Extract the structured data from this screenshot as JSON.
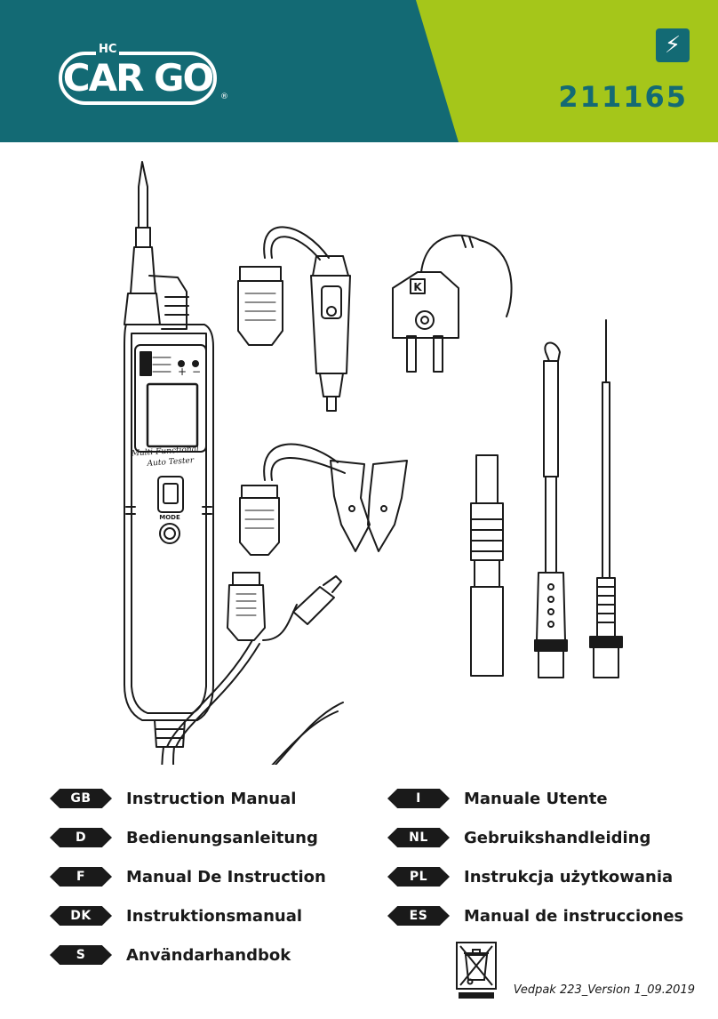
{
  "header": {
    "brand_logo": "HC CARGO",
    "brand_prefix": "HC",
    "brand_name": "CAR GO",
    "registered_mark": "®",
    "product_code": "211165",
    "category_icon": "lightning-bolt-icon",
    "colors": {
      "teal": "#136a74",
      "lime": "#a5c61a"
    }
  },
  "illustration": {
    "device_mode_label": "MODE",
    "device_brand_line1": "Multi-Functional",
    "device_brand_line2": "Auto Tester",
    "probe_letter": "K"
  },
  "languages": {
    "left": [
      {
        "code": "GB",
        "label": "Instruction Manual"
      },
      {
        "code": "D",
        "label": "Bedienungsanleitung"
      },
      {
        "code": "F",
        "label": "Manual De Instruction"
      },
      {
        "code": "DK",
        "label": "Instruktionsmanual"
      },
      {
        "code": "S",
        "label": "Användarhandbok"
      }
    ],
    "right": [
      {
        "code": "I",
        "label": "Manuale Utente"
      },
      {
        "code": "NL",
        "label": "Gebruikshandleiding"
      },
      {
        "code": "PL",
        "label": "Instrukcja użytkowania"
      },
      {
        "code": "ES",
        "label": "Manual de instrucciones"
      }
    ]
  },
  "footer": {
    "weee_icon": "crossed-out-wheelie-bin-icon",
    "version": "Vedpak 223_Version 1_09.2019"
  }
}
